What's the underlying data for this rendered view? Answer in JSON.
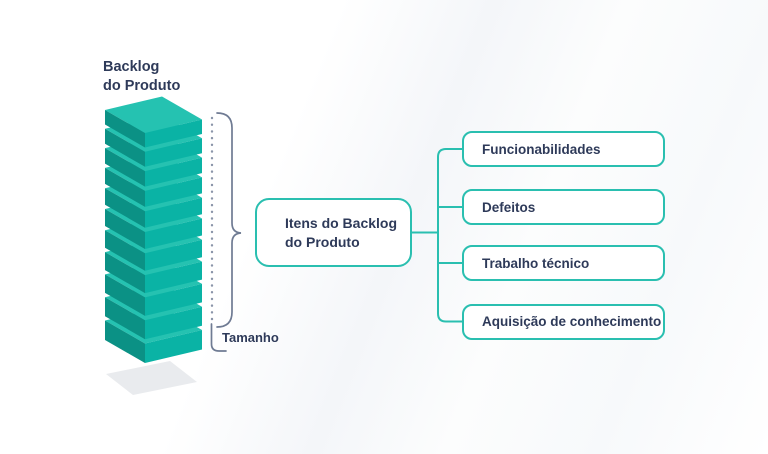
{
  "colors": {
    "accent": "#2abfb0",
    "text": "#2e3a59",
    "brace": "#6f7b93",
    "dots": "#8b95a9",
    "stack_top": "#25c2b1",
    "stack_front": "#0ab3a5",
    "stack_side": "#0b9185",
    "shadow": "#e9ebee",
    "node_bg": "#ffffff"
  },
  "stack": {
    "title_lines": [
      "Backlog",
      "do Produto"
    ],
    "layers": 11,
    "size_label": "Tamanho"
  },
  "center_node": {
    "lines": [
      "Itens do Backlog",
      "do Produto"
    ]
  },
  "items": [
    {
      "label": "Funcionabilidades"
    },
    {
      "label": "Defeitos"
    },
    {
      "label": "Trabalho técnico"
    },
    {
      "label": "Aquisição de conhecimento"
    }
  ]
}
